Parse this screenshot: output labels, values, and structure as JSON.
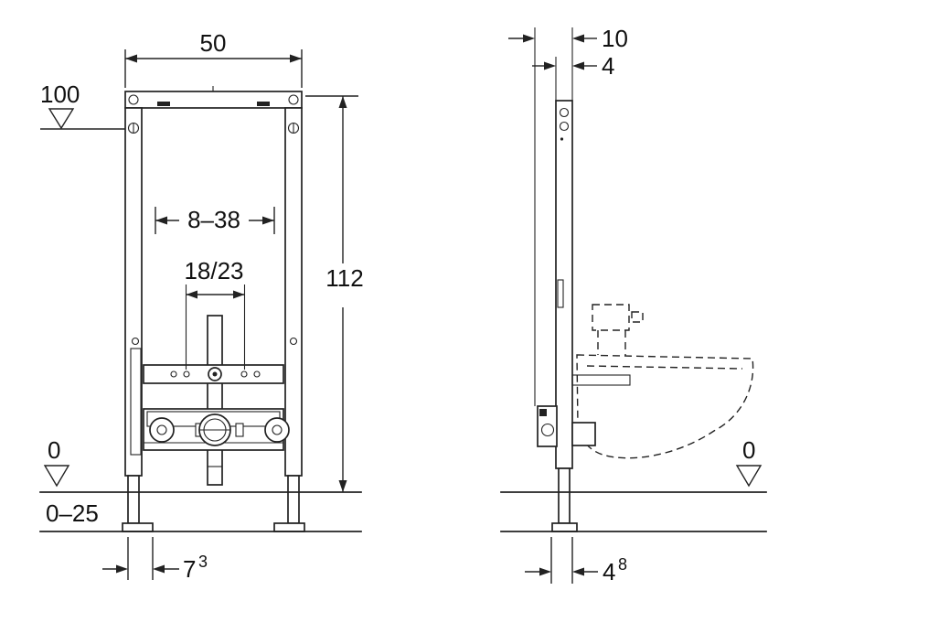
{
  "front_view": {
    "dim_width": "50",
    "datum_height": "100",
    "dim_height": "112",
    "dim_range_upper": "8–38",
    "dim_range_lower": "18/23",
    "datum_zero": "0",
    "dim_floor_range": "0–25",
    "dim_foot": "7",
    "dim_foot_sup": "3"
  },
  "side_view": {
    "dim_depth_total": "10",
    "dim_profile_depth": "4",
    "datum_zero": "0",
    "dim_foot": "4",
    "dim_foot_sup": "8"
  }
}
